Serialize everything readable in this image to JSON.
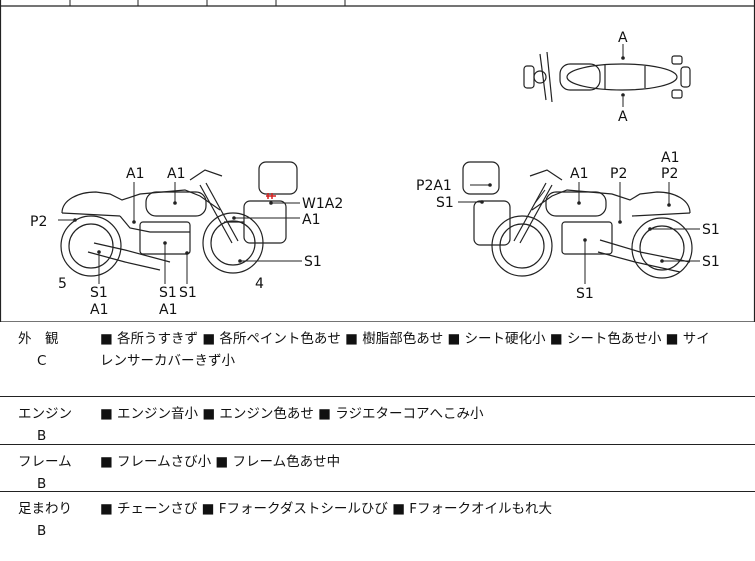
{
  "diagram": {
    "top_view": {
      "front": "A",
      "rear": "A"
    },
    "left_view": {
      "labels": [
        "A1",
        "A1",
        "P2",
        "W1A2",
        "A1",
        "S1",
        "S1",
        "A1",
        "S1",
        "S1",
        "A1",
        "5",
        "4"
      ]
    },
    "right_view": {
      "labels": [
        "A1",
        "P2",
        "A1",
        "P2A1",
        "S1",
        "S1",
        "S1",
        "S1",
        "P2"
      ]
    }
  },
  "condition_rows": [
    {
      "category": "外　観",
      "grade": "C",
      "line1": "■ 各所うすきず ■ 各所ペイント色あせ ■ 樹脂部色あせ ■ シート硬化小 ■ シート色あせ小 ■ サイ",
      "line2": "レンサーカバーきず小"
    },
    {
      "category": "エンジン",
      "grade": "B",
      "line1": "■ エンジン音小 ■ エンジン色あせ ■ ラジエターコアへこみ小",
      "line2": ""
    },
    {
      "category": "フレーム",
      "grade": "B",
      "line1": "■ フレームさび小 ■ フレーム色あせ中",
      "line2": ""
    },
    {
      "category": "足まわり",
      "grade": "B",
      "line1": "■ チェーンさび ■ Fフォークダストシールひび ■ Fフォークオイルもれ大",
      "line2": ""
    }
  ],
  "colors": {
    "border": "#222222",
    "damage_mark": "#d42020"
  }
}
